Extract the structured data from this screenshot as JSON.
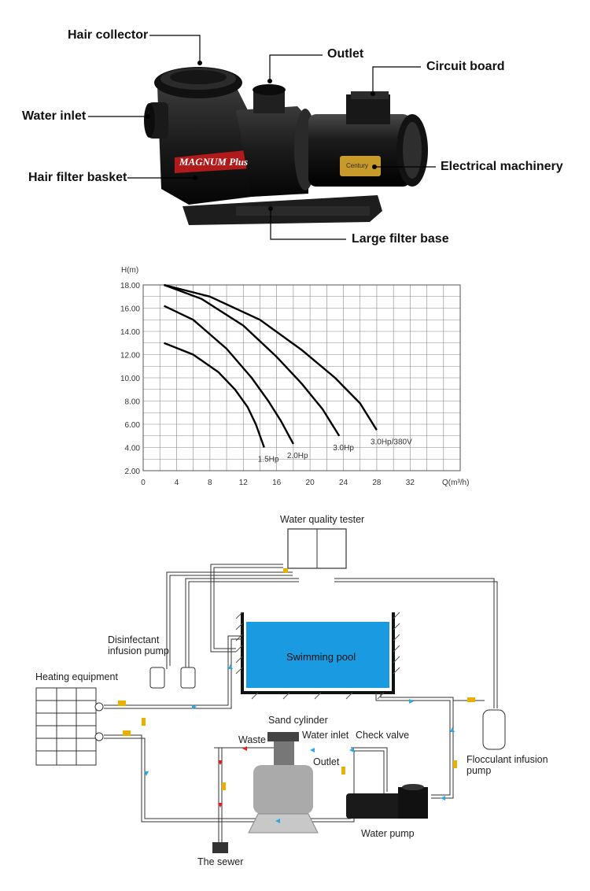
{
  "product": {
    "brand_logo": "MAGNUM Plus",
    "motor_plate": "Century",
    "labels": {
      "hair_collector": "Hair collector",
      "outlet": "Outlet",
      "circuit_board": "Circuit board",
      "water_inlet": "Water inlet",
      "electrical_machinery": "Electrical machinery",
      "hair_filter_basket": "Hair filter basket",
      "large_filter_base": "Large filter base"
    }
  },
  "chart_data": {
    "type": "line",
    "title": "",
    "xlabel": "Q(m³/h)",
    "ylabel": "H(m)",
    "xlim": [
      0,
      38
    ],
    "ylim": [
      2,
      18
    ],
    "x_ticks": [
      "0",
      "4",
      "8",
      "12",
      "16",
      "20",
      "24",
      "28",
      "32"
    ],
    "y_ticks": [
      "18.00",
      "16.00",
      "14.00",
      "12.00",
      "10.00",
      "8.00",
      "6.00",
      "4.00",
      "2.00"
    ],
    "grid": true,
    "series": [
      {
        "name": "1.5Hp",
        "x": [
          2.5,
          6,
          9,
          11,
          12.5,
          13.5,
          14.5
        ],
        "y": [
          13,
          12,
          10.5,
          9,
          7.5,
          6,
          4
        ]
      },
      {
        "name": "2.0Hp",
        "x": [
          2.5,
          6,
          10,
          13,
          15,
          16.5,
          18
        ],
        "y": [
          16.2,
          15,
          12.5,
          10,
          8,
          6.3,
          4.3
        ]
      },
      {
        "name": "3.0Hp",
        "x": [
          2.5,
          7,
          12,
          16,
          19,
          21.5,
          23.5
        ],
        "y": [
          18,
          16.8,
          14.5,
          11.8,
          9.5,
          7.3,
          5
        ]
      },
      {
        "name": "3.0Hp/380V",
        "x": [
          2.5,
          8,
          14,
          19,
          23,
          26,
          28
        ],
        "y": [
          18,
          17,
          15,
          12.4,
          10,
          7.8,
          5.5
        ]
      }
    ]
  },
  "diagram": {
    "water_quality_tester": "Water quality tester",
    "disinfectant_infusion_pump": "Disinfectant\ninfusion pump",
    "swimming_pool": "Swimming pool",
    "heating_equipment": "Heating equipment",
    "sand_cylinder": "Sand cylinder",
    "waste": "Waste",
    "water_inlet": "Water inlet",
    "check_valve": "Check valve",
    "outlet": "Outlet",
    "flocculant_infusion_pump": "Flocculant infusion\npump",
    "water_pump": "Water pump",
    "the_sewer": "The sewer",
    "colors": {
      "pool": "#1a9ae0",
      "pipe": "#333333",
      "flow_arrow": "#2aa8e6",
      "waste_arrow": "#e02020",
      "valve": "#e8b000"
    }
  }
}
